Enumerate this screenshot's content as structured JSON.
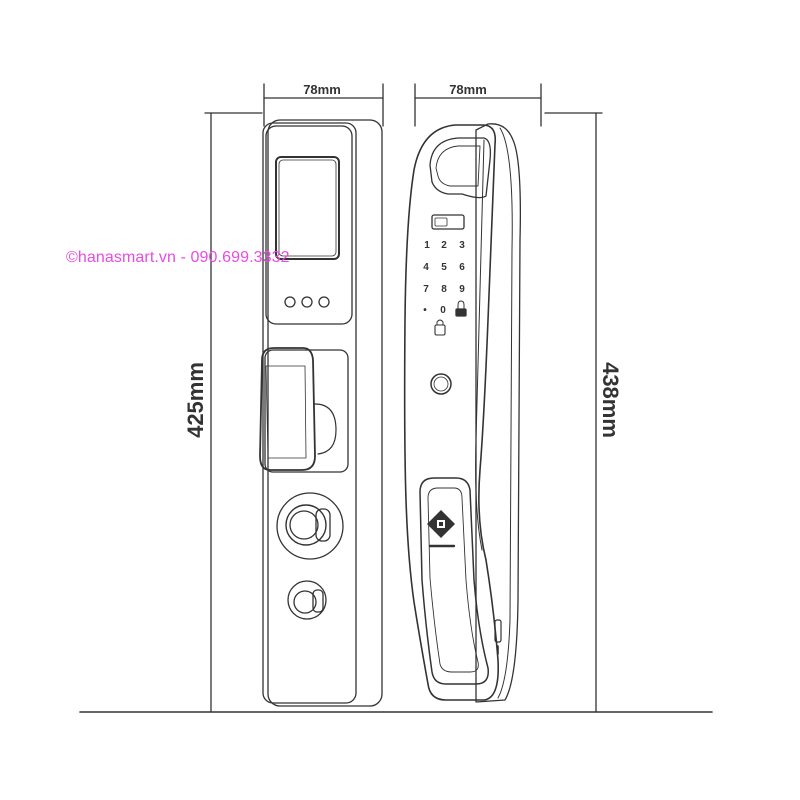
{
  "diagram": {
    "dimensions": {
      "front_width": "78mm",
      "side_width": "78mm",
      "front_height": "425mm",
      "side_height": "438mm"
    },
    "keypad": {
      "keys": [
        "1",
        "2",
        "3",
        "4",
        "5",
        "6",
        "7",
        "8",
        "9",
        "•",
        "0"
      ]
    },
    "watermark": "©hanasmart.vn - 090.699.3332"
  },
  "colors": {
    "line": "#333333",
    "watermark": "#e94be3",
    "background": "#ffffff"
  }
}
